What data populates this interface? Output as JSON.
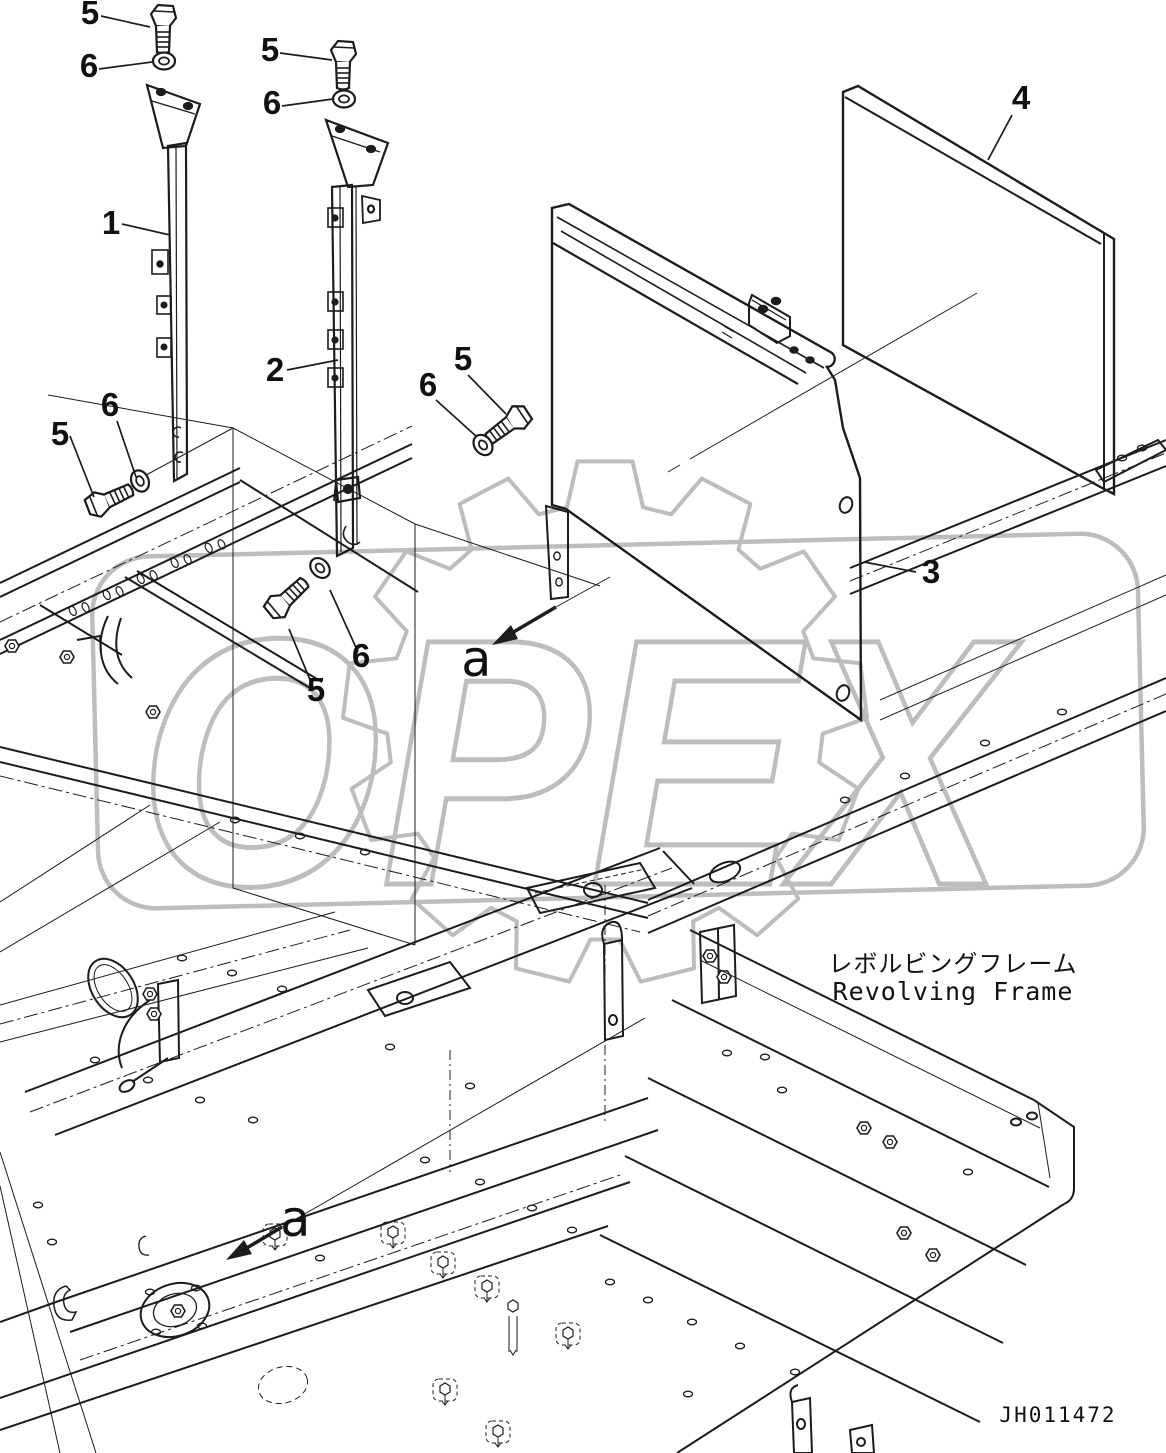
{
  "page": {
    "background": "#ffffff",
    "line_color": "#1c1c1c",
    "watermark_color": "#bdbdbd"
  },
  "titles": {
    "japanese": "レボルビングフレーム",
    "english": "Revolving Frame"
  },
  "drawing_number": "JH011472",
  "watermark_text": "OPEX",
  "view_label": "a",
  "labels": {
    "n1": "1",
    "n2": "2",
    "n3": "3",
    "n4": "4",
    "n5": "5",
    "n6": "6"
  },
  "parts_shown": [
    {
      "callout": "1",
      "occurrences": 1
    },
    {
      "callout": "2",
      "occurrences": 1
    },
    {
      "callout": "3",
      "occurrences": 1
    },
    {
      "callout": "4",
      "occurrences": 1
    },
    {
      "callout": "5",
      "occurrences": 5
    },
    {
      "callout": "6",
      "occurrences": 5
    }
  ]
}
